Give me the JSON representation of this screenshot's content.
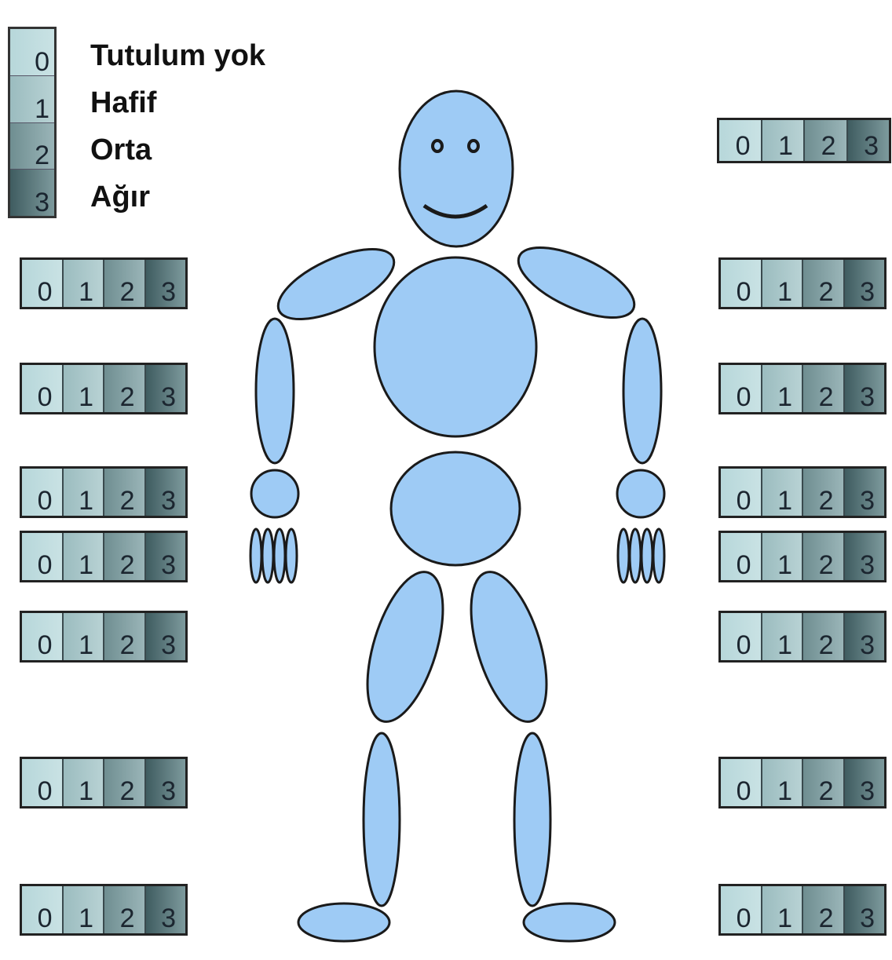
{
  "legend": {
    "levels": [
      {
        "value": "0",
        "label": "Tutulum yok"
      },
      {
        "value": "1",
        "label": "Hafif"
      },
      {
        "value": "2",
        "label": "Orta"
      },
      {
        "value": "3",
        "label": "Ağır"
      }
    ]
  },
  "scale": {
    "values": [
      "0",
      "1",
      "2",
      "3"
    ]
  },
  "figure": {
    "fill_color": "#9ecbf5",
    "stroke_color": "#1a1a1a"
  }
}
